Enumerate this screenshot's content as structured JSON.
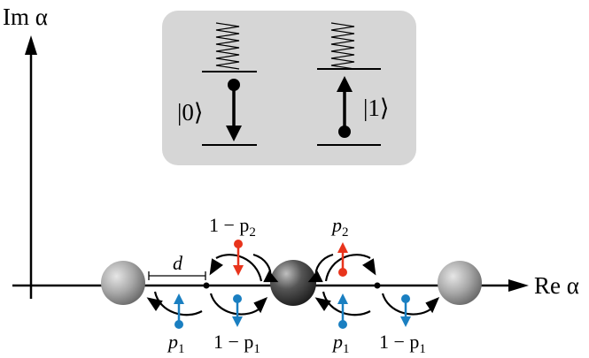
{
  "axes": {
    "y_label": "Im α",
    "x_label": "Re α"
  },
  "inset": {
    "state_zero_label": "|0⟩",
    "state_one_label": "|1⟩"
  },
  "spacing_label": "d",
  "prob_labels": {
    "upper_left": "1 − p",
    "upper_left_sub": "2",
    "upper_right": "p",
    "upper_right_sub": "2",
    "lower_left_a": "p",
    "lower_left_a_sub": "1",
    "lower_left_b": "1 − p",
    "lower_left_b_sub": "1",
    "lower_right_a": "p",
    "lower_right_a_sub": "1",
    "lower_right_b": "1 − p",
    "lower_right_b_sub": "1"
  },
  "colors": {
    "red": "#e8341c",
    "blue": "#1a7fc1",
    "inset_bg": "#d6d6d6"
  }
}
